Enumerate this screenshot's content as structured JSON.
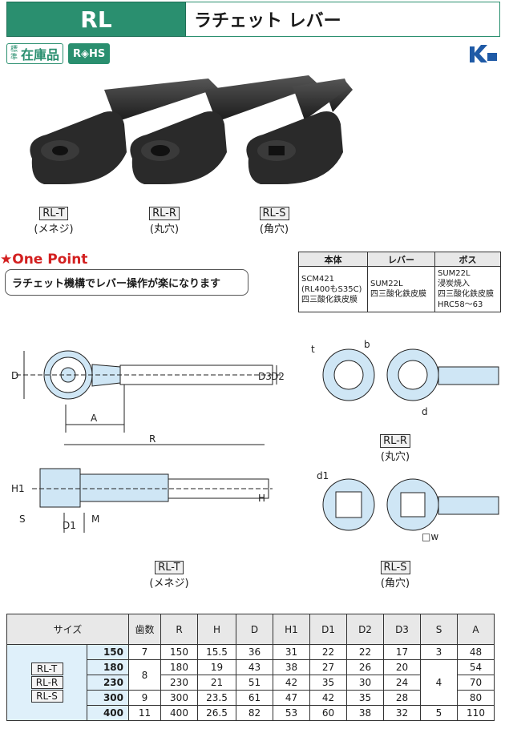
{
  "header": {
    "code": "RL",
    "title": "ラチェット レバー"
  },
  "badges": {
    "stock_small": "標準",
    "stock_big": "在庫品",
    "rohs": "R◈HS"
  },
  "products": [
    {
      "code": "RL-T",
      "sub": "(メネジ)"
    },
    {
      "code": "RL-R",
      "sub": "(丸穴)"
    },
    {
      "code": "RL-S",
      "sub": "(角穴)"
    }
  ],
  "one_point": {
    "title": "★One Point",
    "text": "ラチェット機構でレバー操作が楽になります"
  },
  "materials": {
    "headers": [
      "本体",
      "レバー",
      "ボス"
    ],
    "body": [
      "SCM421",
      "(RL400もS35C)",
      "四三酸化鉄皮膜"
    ],
    "lever": [
      "SUM22L",
      "四三酸化鉄皮膜"
    ],
    "boss": [
      "SUM22L",
      "浸炭焼入",
      "四三酸化鉄皮膜",
      "HRC58～63"
    ]
  },
  "drawing": {
    "dims": {
      "D": "D",
      "A": "A",
      "D3": "D3",
      "D2": "D2",
      "R": "R",
      "H1": "H1",
      "H": "H",
      "S": "S",
      "D1": "D1",
      "M": "M",
      "t": "t",
      "b": "b",
      "d": "d",
      "d1": "d1",
      "w": "□w"
    },
    "labels": [
      {
        "code": "RL-R",
        "sub": "(丸穴)"
      },
      {
        "code": "RL-T",
        "sub": "(メネジ)"
      },
      {
        "code": "RL-S",
        "sub": "(角穴)"
      }
    ]
  },
  "spec": {
    "headers": [
      "サイズ",
      "歯数",
      "R",
      "H",
      "D",
      "H1",
      "D1",
      "D2",
      "D3",
      "S",
      "A"
    ],
    "models": [
      "RL-T",
      "RL-R",
      "RL-S"
    ],
    "rows": [
      {
        "size": "150",
        "teeth": "7",
        "R": "150",
        "H": "15.5",
        "D": "36",
        "H1": "31",
        "D1": "22",
        "D2": "22",
        "D3": "17",
        "S": "3",
        "A": "48"
      },
      {
        "size": "180",
        "teeth": "8",
        "R": "180",
        "H": "19",
        "D": "43",
        "H1": "38",
        "D1": "27",
        "D2": "26",
        "D3": "20",
        "S": "4",
        "A": "54"
      },
      {
        "size": "230",
        "teeth": "",
        "R": "230",
        "H": "21",
        "D": "51",
        "H1": "42",
        "D1": "35",
        "D2": "30",
        "D3": "24",
        "S": "",
        "A": "70"
      },
      {
        "size": "300",
        "teeth": "9",
        "R": "300",
        "H": "23.5",
        "D": "61",
        "H1": "47",
        "D1": "42",
        "D2": "35",
        "D3": "28",
        "S": "",
        "A": "80"
      },
      {
        "size": "400",
        "teeth": "11",
        "R": "400",
        "H": "26.5",
        "D": "82",
        "H1": "53",
        "D1": "60",
        "D2": "38",
        "D3": "32",
        "S": "5",
        "A": "110"
      }
    ]
  }
}
